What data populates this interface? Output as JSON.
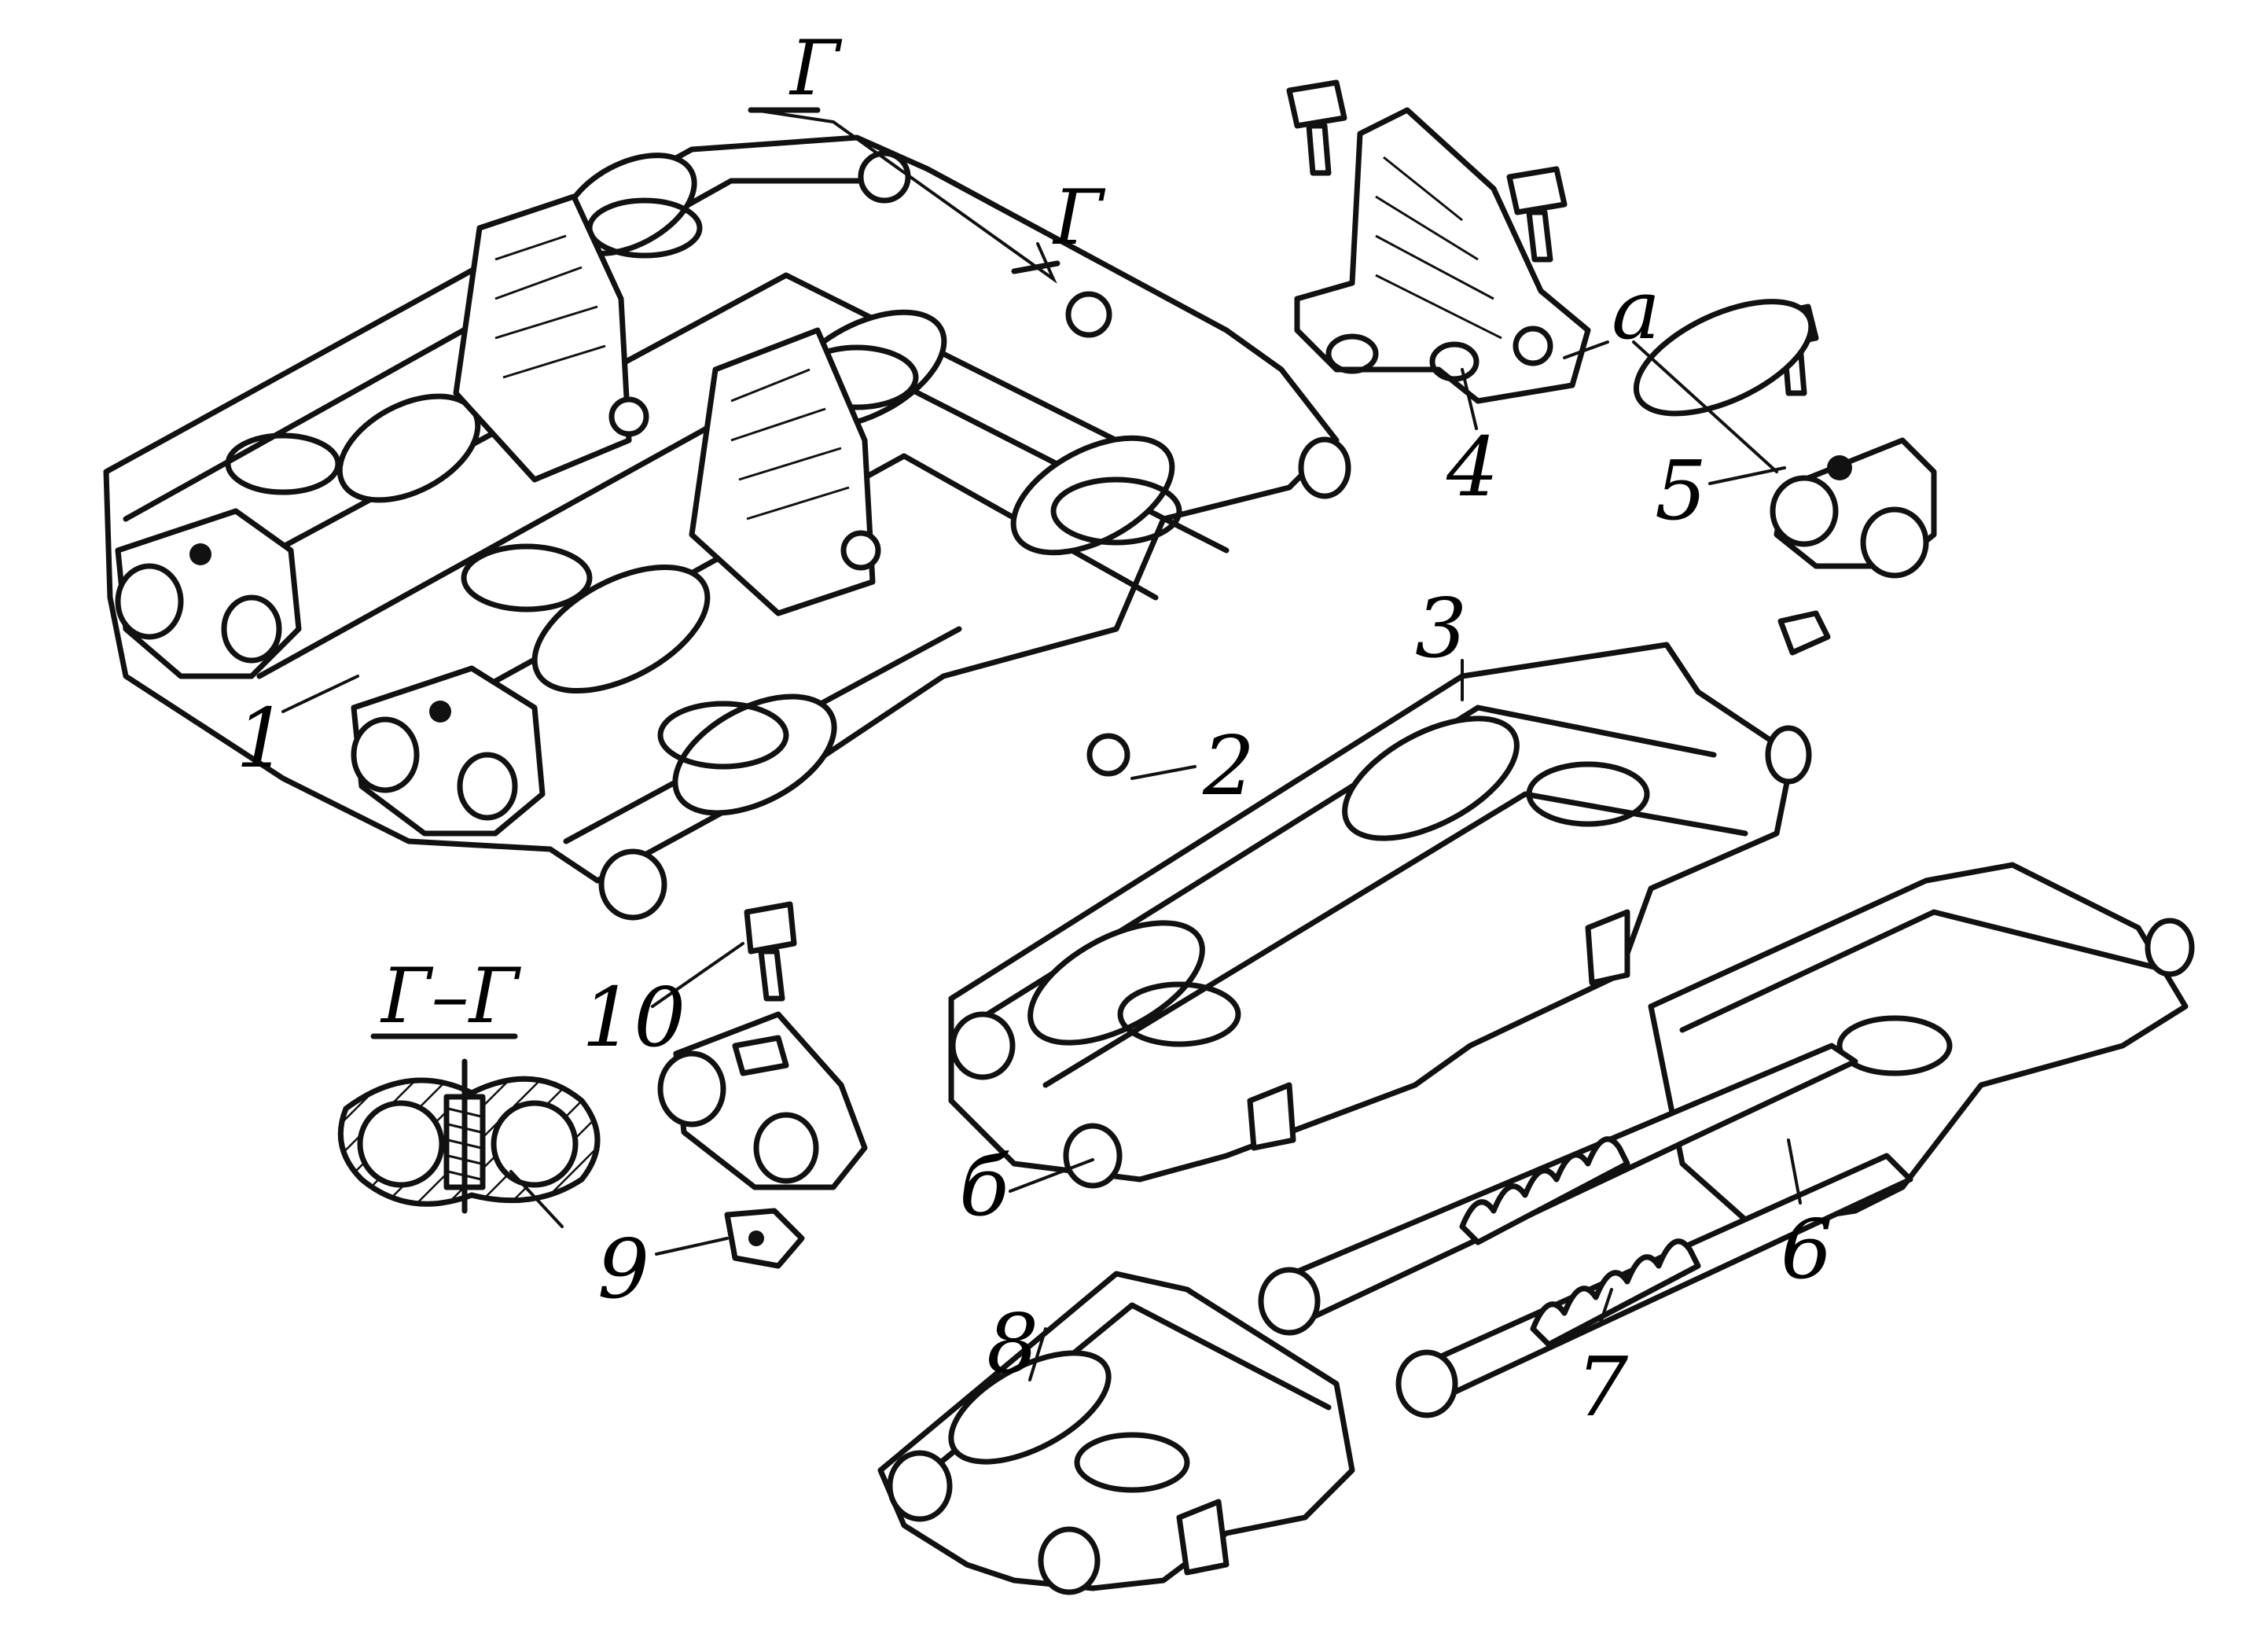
{
  "figure": {
    "part_labels": [
      "1",
      "2",
      "3",
      "4",
      "5",
      "6",
      "7",
      "8",
      "9",
      "10"
    ],
    "point_labels": {
      "a": "a",
      "b": "б"
    },
    "section_marks": {
      "left": "Г",
      "right": "Г"
    },
    "section_title": "Г–Г"
  }
}
